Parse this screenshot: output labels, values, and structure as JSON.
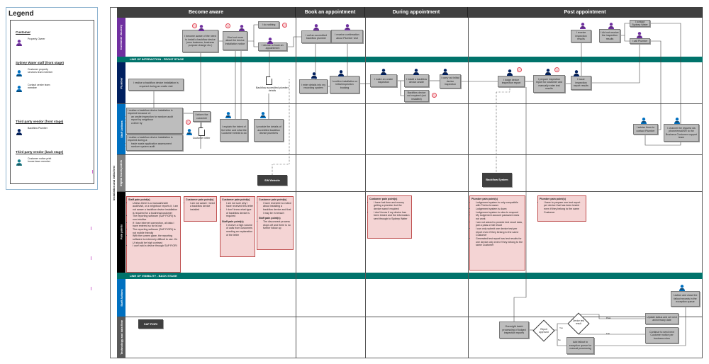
{
  "legend": {
    "title": "Legend",
    "sections": [
      {
        "heading": "Customer",
        "items": [
          {
            "code": "C1",
            "label": "Property Owner",
            "color": "#7030a0"
          }
        ]
      },
      {
        "heading": "Sydney Water staff (front stage)",
        "items": [
          {
            "code": "SW1",
            "label": "Customer property services team member",
            "color": "#0070c0"
          },
          {
            "code": "SW2",
            "label": "Contact centre team member",
            "color": "#0070c0"
          }
        ]
      },
      {
        "heading": "Third party vendor (front stage)",
        "items": [
          {
            "code": "PL1",
            "label": "Backflow Plumber",
            "color": "#002060"
          }
        ]
      },
      {
        "heading": "Third party vendor (back stage)",
        "items": [
          {
            "code": "TP1",
            "label": "Customer notice print house team member",
            "color": "#1a7f8c"
          }
        ]
      }
    ]
  },
  "blueprint": {
    "phase_group": "Installation and initial test",
    "stages": [
      "Become aware",
      "Book an appointment",
      "During appointment",
      "Post appointment"
    ],
    "lanes": {
      "customer_journey": "Customer Journey",
      "plumber": "Plumber",
      "staff_actions": "Staff Actions",
      "digital": "Digital touch points",
      "pain_points": "Pain points",
      "staff_actions_back": "Staff Actions",
      "technology": "Technology and data flow"
    },
    "line_of_interaction": "LINE OF INTERACTION - FRONT STAGE",
    "line_of_visibility": "LINE OF VISIBILITY - BACK STAGE",
    "boxes": {
      "cj1": "I become aware of the need to install a backflow device (new business, business purpose change etc.)",
      "cj2": "I find out more about the device installation notice",
      "cj3": "I do nothing",
      "cj4": "I decide to book an appointment",
      "cj5": "I call an accredited backflow plumber",
      "cj6": "I receive confirmation about Plumber visit",
      "cj7": "I receive inspection results",
      "cj8": "I did not receive the inspection results",
      "cj9": "I contact Sydney Water",
      "cj10": "I call Plumber",
      "pl1": "I realise a backflow device installation is required during an onsite visit",
      "pl2": "I enter details into my recording system",
      "pl3": "I confirm installation or initial inspection booking",
      "pl4": "I make an onsite inspection",
      "pl5": "I install a backflow device onsite",
      "pl6": "Backflow device not required (not installed)",
      "pl7": "I carry out initial device inspection",
      "pl8": "I lodge device inspection report",
      "pl9": "I prepare inspection report for customer and manually enter test results",
      "pl10": "I issue inspection report results",
      "sa2": "I inform the customer",
      "sa3": "I explain the intent of the letter and what the Customer needs to do",
      "sa4": "I provide the details of accredited backflow device plumbers",
      "sa5": "I advise them to contact Plumber",
      "sa6": "I channel the request via phone/email/SR to the Business Customer support team",
      "sb1": "I action and close the fallout records in the exception queue",
      "t1": "Overnight batch processing of lodged inspection reports",
      "t2": "Update status and set next anniversary date",
      "t3": "Continue to send next Customer notice per business rules",
      "t4": "Add fallout to exception queue for manual processing"
    },
    "staff_box1": {
      "intro": "I realise a backflow device installation is required because of:",
      "bullets": [
        "an onsite inspection for random audit",
        "report by neighbour",
        "a drive by"
      ]
    },
    "staff_box2": {
      "intro": "I realise a backflow device installation is required during a:",
      "bullets": [
        "trade waste application assessment",
        "random system audit"
      ]
    },
    "docs": {
      "plumber_details": "Backflow accredited plumber details",
      "customer_letter": "Customer letter"
    },
    "systems": {
      "sw_website": "SW Website",
      "backflow_system": "Backflow System",
      "sap_fiori": "SAP FIORI"
    },
    "decisions": {
      "report_approved": "Report approved",
      "device_test_result": "Device test result",
      "yes": "Yes",
      "no": "No",
      "pass": "Pass",
      "fail": "Fail"
    },
    "pain_points": [
      {
        "groups": [
          {
            "title": "Staff pain point(s)",
            "items": [
              "Unless there is a manual/onsite audit/visit, or a neighbour reports it, I am not aware a backflow device installation is required for a business/customer",
              "The reporting software (SAP FIORI) is non-intuitive",
              "If I lose internet connection, all data I have entered so far is lost",
              "The reporting software (SAP FIORI) is not mobile friendly",
              "With the screen glare, the reporting software is extremely difficult to use. It's UI should be high contrast",
              "I can't add a device through SAP FIORI"
            ]
          }
        ]
      },
      {
        "groups": [
          {
            "title": "Customer pain point(s)",
            "items": [
              "I am not aware I need a backflow device installed"
            ]
          }
        ]
      },
      {
        "groups": [
          {
            "title": "Customer pain point(s)",
            "items": [
              "I am not sure why I have received this letter",
              "I don't know what type of backflow device is required"
            ]
          },
          {
            "title": "Staff pain point(s)",
            "items": [
              "I receive a high volume of calls from customers needing an explanation of the letter"
            ]
          }
        ]
      },
      {
        "groups": [
          {
            "title": "Customer pain point(s)",
            "items": [
              "I have received no notice about installing a backflow device and that I may be in breach"
            ]
          },
          {
            "title": "Staff pain point(s)",
            "items": [
              "The disconnect process drops off and there is no further follow up"
            ]
          }
        ]
      },
      {
        "groups": [
          {
            "title": "Customer pain point(s)",
            "items": [
              "I have lost time and money getting a plumber but the device wasn't required",
              "I don't know if my device has been tested and the information sent through to Sydney Water"
            ]
          }
        ]
      },
      {
        "groups": [
          {
            "title": "Plumber pain point(s)",
            "items": [
              "Lodgement system is only compatible with Firefox browser",
              "Lodgement system is down",
              "Lodgement system is slow to respond",
              "My lodgement account password does not work",
              "I am not asked to provide test result data, just a pass or fail result",
              "I can only submit one device test per report even if they belong to the same Customer",
              "Generated test report has test results for one device only even if they belong to the same Customer"
            ]
          }
        ]
      },
      {
        "groups": [
          {
            "title": "Plumber pain point(s)",
            "items": [
              "I have to prepare one test report per device that has been tested even if they belong to the same Customer"
            ]
          }
        ]
      }
    ],
    "persons": {
      "C1": "C1",
      "SW1": "SW1",
      "SW2": "SW2",
      "PL1": "PL1"
    },
    "colors": {
      "customer": "#7030a0",
      "staff": "#0070c0",
      "plumber": "#002060",
      "vendor_back": "#1a7f8c",
      "band": "#00736b",
      "stage_header": "#404040"
    }
  }
}
